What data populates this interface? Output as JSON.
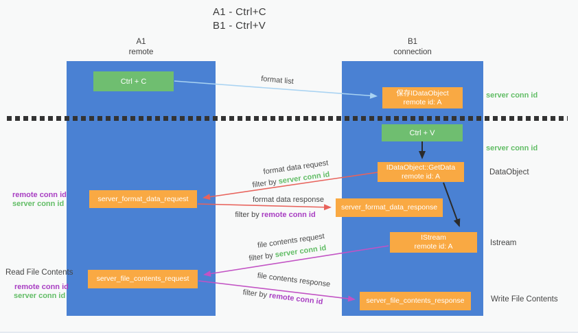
{
  "title": {
    "line1": "A1 - Ctrl+C",
    "line2": "B1 - Ctrl+V"
  },
  "lanes": {
    "a": {
      "name": "A1",
      "subtitle": "remote"
    },
    "b": {
      "name": "B1",
      "subtitle": "connection"
    }
  },
  "nodes": {
    "ctrl_c": "Ctrl + C",
    "ctrl_v": "Ctrl + V",
    "save_dataobject": {
      "line1": "保存IDataObject",
      "line2": "remote id: A"
    },
    "getdata": {
      "line1": "IDataObject::GetData",
      "line2": "remote id: A"
    },
    "format_request": "server_format_data_request",
    "format_response": "server_format_data_response",
    "istream": {
      "line1": "IStream",
      "line2": "remote id: A"
    },
    "file_request": "server_file_contents_request",
    "file_response": "server_file_contents_response"
  },
  "flow_labels": {
    "format_list": "format list",
    "format_data_request": "format data request",
    "filter_server_1": {
      "prefix": "filter by ",
      "keyword": "server conn id"
    },
    "format_data_response": "format data response",
    "filter_remote_1": {
      "prefix": "filter by ",
      "keyword": "remote conn id"
    },
    "file_contents_request": "file contents request",
    "filter_server_2": {
      "prefix": "filter by ",
      "keyword": "server conn id"
    },
    "file_contents_response": "file contents response",
    "filter_remote_2": {
      "prefix": "filter by ",
      "keyword": "remote conn id"
    }
  },
  "side_labels": {
    "left_remote_conn_1": "remote conn id",
    "left_server_conn_1": "server conn id",
    "read_file_contents": "Read File Contents",
    "left_remote_conn_2": "remote conn id",
    "left_server_conn_2": "server conn id",
    "right_server_conn_1": "server conn id",
    "right_server_conn_2": "server conn id",
    "dataobject": "DataObject",
    "istream": "Istream",
    "write_file_contents": "Write File Contents"
  },
  "colors": {
    "lane_blue": "#4a81d3",
    "node_green": "#6fbe70",
    "node_orange": "#f9a943",
    "arrow_light_blue": "#a9d3f2",
    "arrow_black": "#2b2b2b",
    "arrow_red": "#e8635c",
    "arrow_magenta": "#c253c4",
    "text_green": "#62bd66",
    "text_purple": "#a83ec2",
    "background": "#f8f9f9"
  }
}
